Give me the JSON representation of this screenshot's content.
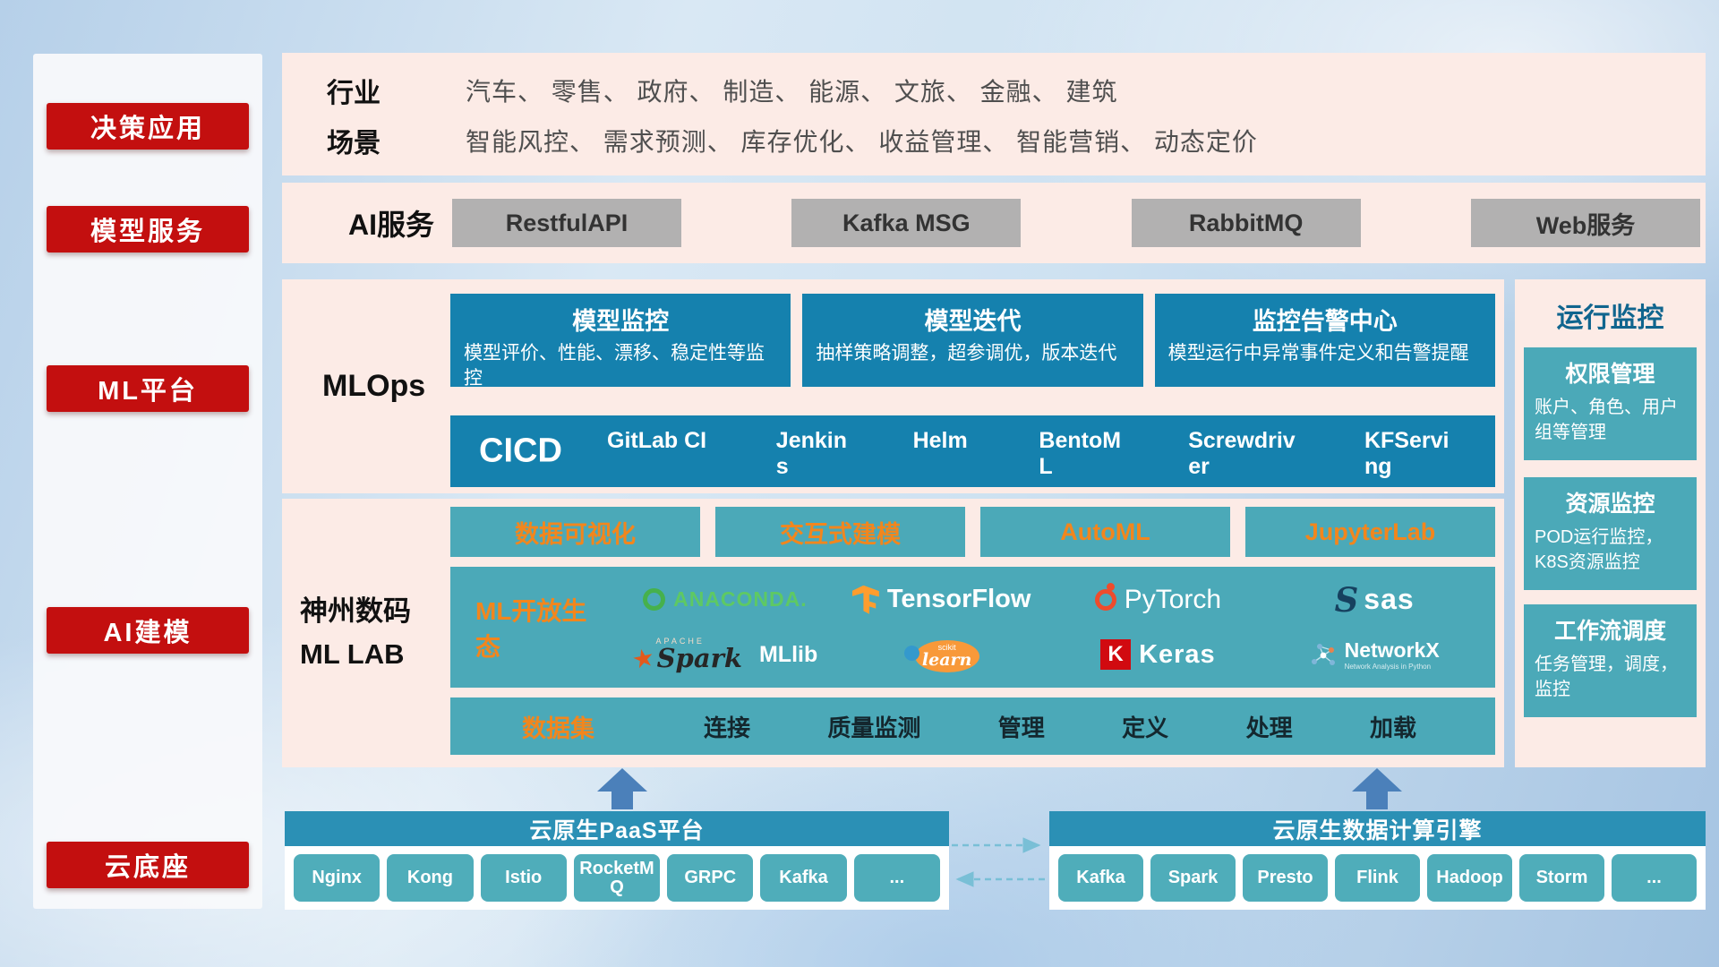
{
  "palette": {
    "sidebar_red": "#c30f0f",
    "panel_pink": "#fcebe6",
    "teal_dark": "#1581ae",
    "teal_light": "#4ba9b8",
    "accent_orange": "#f2861d",
    "button_gray": "#b2b1b1",
    "arrow_blue": "#4b80ba"
  },
  "sidebar": {
    "items": [
      {
        "label": "决策应用"
      },
      {
        "label": "模型服务"
      },
      {
        "label": "ML平台"
      },
      {
        "label": "AI建模"
      },
      {
        "label": "云底座"
      }
    ]
  },
  "industry": {
    "rows": [
      {
        "label": "行业",
        "value": "汽车、 零售、 政府、 制造、 能源、 文旅、 金融、 建筑"
      },
      {
        "label": "场景",
        "value": "智能风控、 需求预测、 库存优化、 收益管理、 智能营销、 动态定价"
      }
    ]
  },
  "ai_service": {
    "label": "AI服务",
    "buttons": [
      "RestfulAPI",
      "Kafka MSG",
      "RabbitMQ",
      "Web服务"
    ]
  },
  "mlops": {
    "label": "MLOps",
    "cards": [
      {
        "title": "模型监控",
        "desc": "模型评价、性能、漂移、稳定性等监控"
      },
      {
        "title": "模型迭代",
        "desc": "抽样策略调整，超参调优，版本迭代"
      },
      {
        "title": "监控告警中心",
        "desc": "模型运行中异常事件定义和告警提醒"
      }
    ],
    "cicd_label": "CICD",
    "cicd_items": [
      "GitLab CI",
      "Jenkins",
      "Helm",
      "BentoML",
      "Screwdriver",
      "KFServing"
    ]
  },
  "monitoring": {
    "title": "运行监控",
    "cards": [
      {
        "title": "权限管理",
        "desc": "账户、角色、用户组等管理"
      },
      {
        "title": "资源监控",
        "desc": "POD运行监控，K8S资源监控"
      },
      {
        "title": "工作流调度",
        "desc": "任务管理，调度，监控"
      }
    ]
  },
  "mllab": {
    "label_line1": "神州数码",
    "label_line2": "ML LAB",
    "tools": [
      "数据可视化",
      "交互式建模",
      "AutoML",
      "JupyterLab"
    ],
    "ecosystem": {
      "label": "ML开放生态",
      "logos": [
        {
          "name": "anaconda",
          "text": "ANACONDA."
        },
        {
          "name": "tensorflow",
          "text": "TensorFlow"
        },
        {
          "name": "pytorch",
          "text": "PyTorch"
        },
        {
          "name": "sas",
          "icon_letter": "S",
          "text": "sas"
        },
        {
          "name": "spark",
          "sub": "APACHE",
          "star": "★",
          "text": "Spark",
          "extra": "MLlib"
        },
        {
          "name": "scikit-learn",
          "sub": "scikit",
          "text": "learn"
        },
        {
          "name": "keras",
          "icon_letter": "K",
          "text": "Keras"
        },
        {
          "name": "networkx",
          "text": "NetworkX",
          "sub": "Network Analysis in Python"
        }
      ]
    },
    "dataset": {
      "label": "数据集",
      "items": [
        "连接",
        "质量监测",
        "管理",
        "定义",
        "处理",
        "加载"
      ]
    }
  },
  "cloud": {
    "paas": {
      "title": "云原生PaaS平台",
      "items": [
        "Nginx",
        "Kong",
        "Istio",
        "RocketMQ",
        "GRPC",
        "Kafka",
        "..."
      ]
    },
    "engine": {
      "title": "云原生数据计算引擎",
      "items": [
        "Kafka",
        "Spark",
        "Presto",
        "Flink",
        "Hadoop",
        "Storm",
        "..."
      ]
    }
  }
}
